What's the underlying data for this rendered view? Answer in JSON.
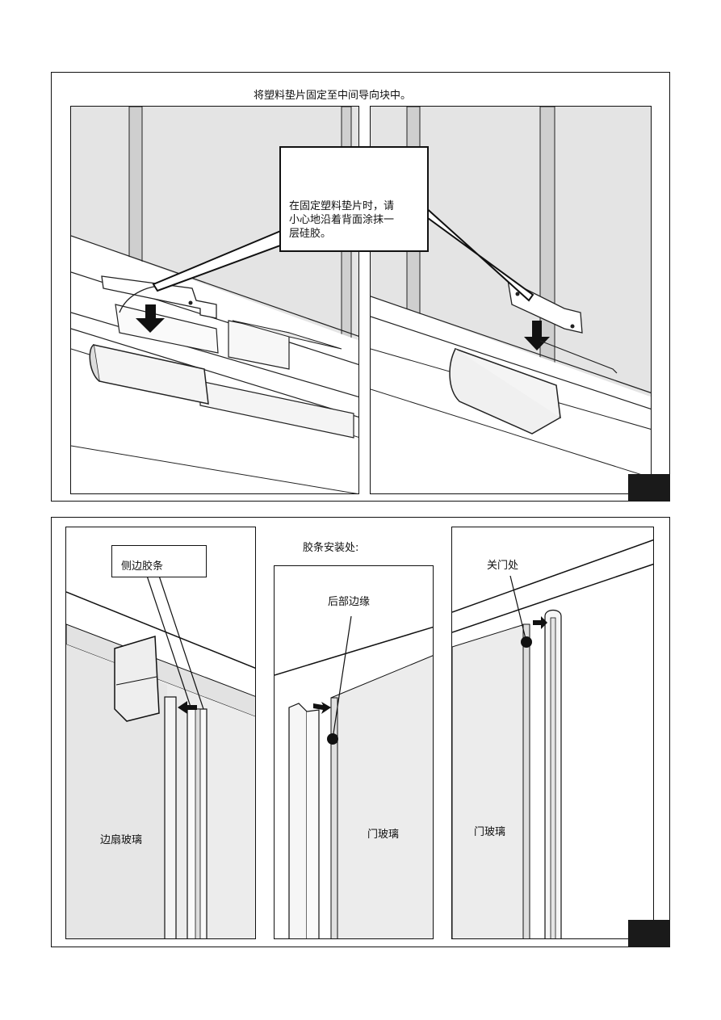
{
  "top_section": {
    "heading": "将塑料垫片固定至中间导向块中。",
    "callout": "在固定塑料垫片时，请\n小心地沿着背面涂抹一\n层硅胶。"
  },
  "bottom_section": {
    "left_callout": "侧边胶条",
    "heading": "胶条安装处:",
    "middle_label": "后部边缘",
    "right_label": "关门处",
    "left_glass": "边扇玻璃",
    "middle_glass": "门玻璃",
    "right_glass": "门玻璃"
  }
}
